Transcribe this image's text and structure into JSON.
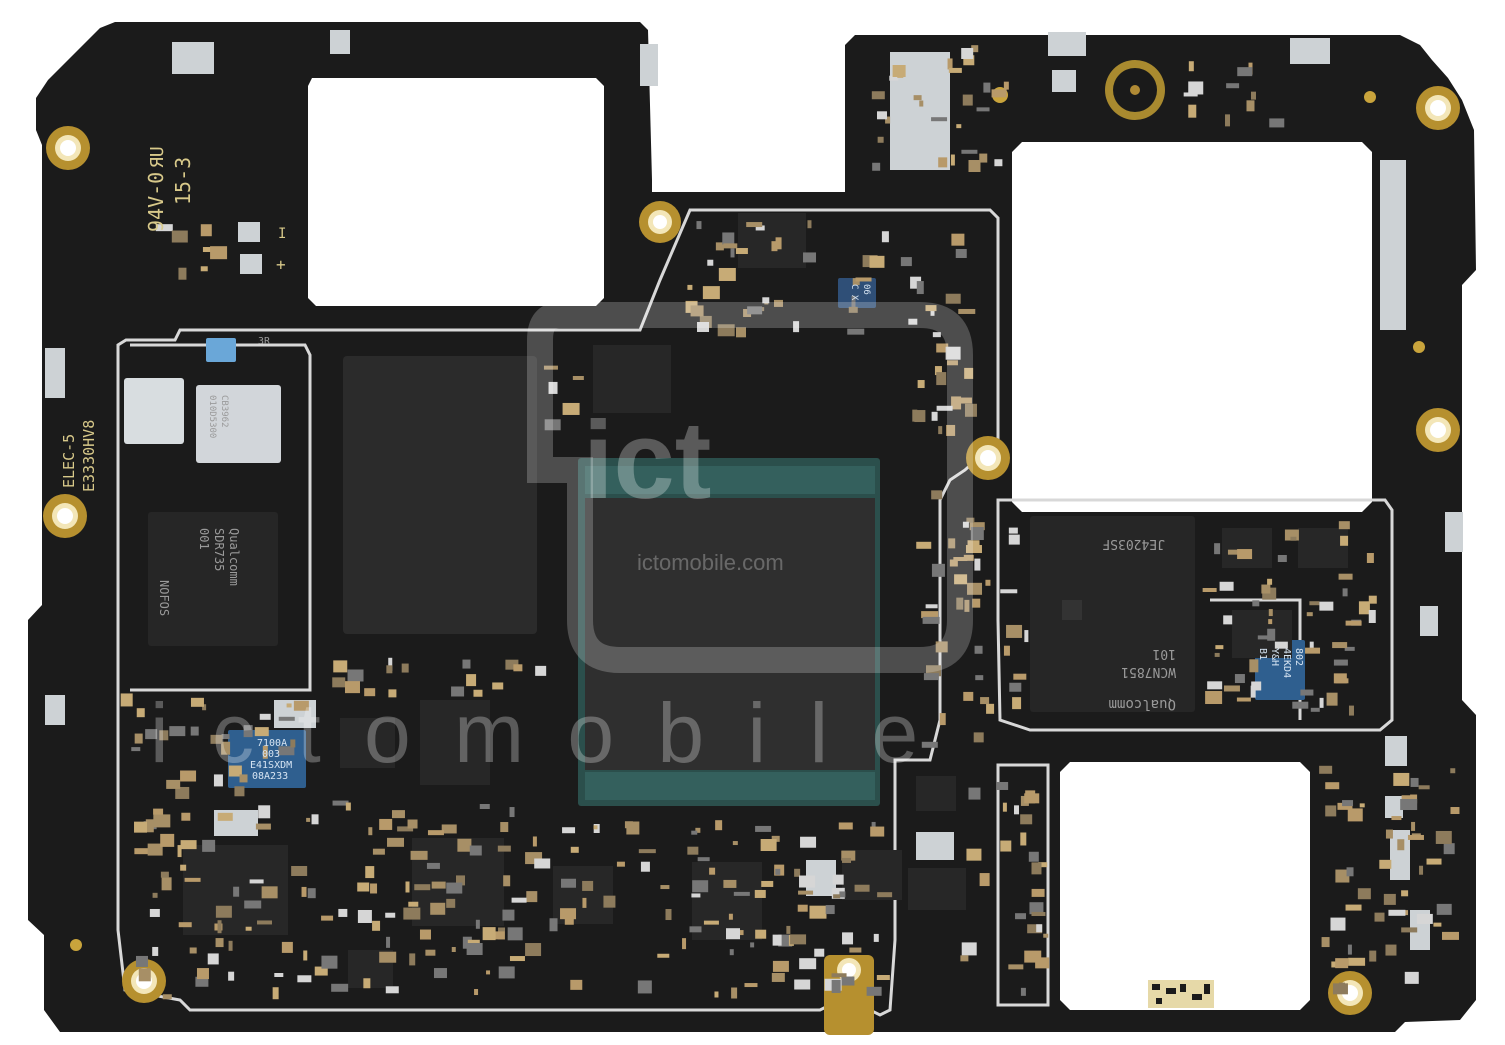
{
  "image": {
    "subject": "smartphone motherboard (PCB) photographed top-down on white background",
    "colors": {
      "background": "#ffffff",
      "pcb": "#1c1c1c",
      "pcb_edge": "#151515",
      "shield_trace": "#d9d9d9",
      "gold_pad": "#c9a43c",
      "silver_pad": "#cfd3d6",
      "chip": "#262626",
      "soc_teal": "#2f5a57",
      "blue_chip": "#2f5f8f",
      "component_tan": "#b89a6a"
    }
  },
  "silkscreen": {
    "rating": "94V-0",
    "rating_mark": "ЯU",
    "date_code": "15-3",
    "elec": "ELEC-5",
    "part_no": "E3330HV8",
    "plus_sign": "+",
    "minus_sign": "I"
  },
  "chips": {
    "qualcomm_brand": "Qualcomm",
    "wifi_model": "WCN7851",
    "wifi_rev": "101",
    "wifi_lot": "JE4203SF",
    "pmic_line1": "SDR735",
    "pmic_line2": "001",
    "pmic_line3": "Qualcomm",
    "pmic_line4": "NOFOS",
    "blue_left_line1": "7100A",
    "blue_left_line2": "003",
    "blue_left_line3": "E41SXDM",
    "blue_left_line4": "08A233",
    "blue_right_line1": "802",
    "blue_right_line2": "4EKD4",
    "blue_right_line3": "Y&H",
    "blue_right_line4": "B1",
    "small_blue_line1": "C X",
    "small_blue_line2": "06",
    "module_line1": "010D5300",
    "module_line2": "CB3962",
    "tiny_label": "ЗR"
  },
  "watermark": {
    "site": "ictomobile.com",
    "logo_text": "ict",
    "spaced_text": "i c t o m o b i l e"
  }
}
